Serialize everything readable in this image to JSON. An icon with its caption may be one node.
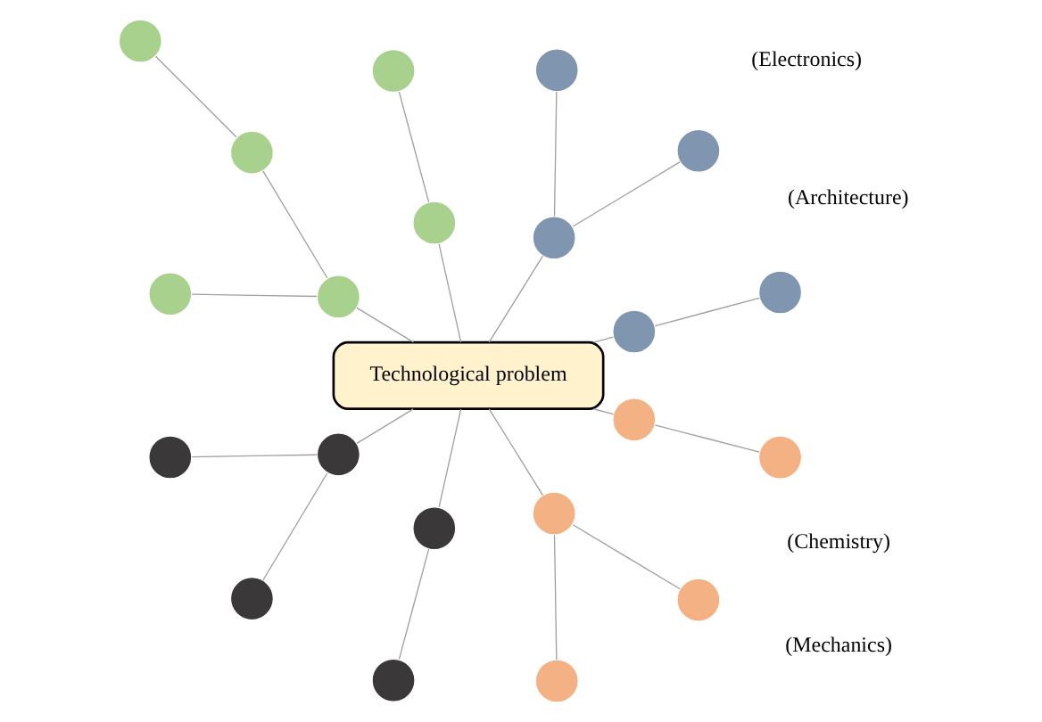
{
  "diagram": {
    "nodes": [
      {
        "text": [
          "Technological problem"
        ]
      },
      {
        "text": [],
        "shape": "circle"
      },
      {
        "text": [],
        "shape": "circle"
      },
      {
        "text": [],
        "shape": "circle"
      },
      {
        "text": [],
        "shape": "circle"
      },
      {
        "text": [],
        "shape": "circle"
      },
      {
        "text": [],
        "shape": "circle"
      },
      {
        "text": [],
        "shape": "circle"
      },
      {
        "text": [],
        "shape": "circle"
      },
      {
        "text": [],
        "shape": "circle"
      },
      {
        "text": [],
        "shape": "circle"
      },
      {
        "text": [],
        "shape": "circle"
      },
      {
        "text": [],
        "shape": "circle"
      },
      {
        "text": [],
        "shape": "circle"
      },
      {
        "text": [],
        "shape": "circle"
      },
      {
        "text": [],
        "shape": "circle"
      },
      {
        "text": [],
        "shape": "circle"
      },
      {
        "text": [],
        "shape": "circle"
      },
      {
        "text": [],
        "shape": "circle"
      },
      {
        "text": [],
        "shape": "circle"
      },
      {
        "text": [],
        "shape": "circle"
      },
      {
        "text": [],
        "shape": "circle"
      }
    ],
    "edges": [
      {
        "from": 0,
        "to": 5,
        "arrow": "none"
      },
      {
        "from": 5,
        "to": 4,
        "arrow": "none"
      },
      {
        "from": 5,
        "to": 2,
        "arrow": "none"
      },
      {
        "from": 0,
        "to": 3,
        "arrow": "none"
      },
      {
        "from": 3,
        "to": 1,
        "arrow": "none"
      },
      {
        "from": 0,
        "to": 9,
        "arrow": "none"
      },
      {
        "from": 9,
        "to": 6,
        "arrow": "none"
      },
      {
        "from": 0,
        "to": 10,
        "arrow": "none"
      },
      {
        "from": 10,
        "to": 8,
        "arrow": "none"
      },
      {
        "from": 8,
        "to": 7,
        "arrow": "none"
      },
      {
        "from": 10,
        "to": 11,
        "arrow": "none"
      },
      {
        "from": 0,
        "to": 13,
        "arrow": "none"
      },
      {
        "from": 13,
        "to": 12,
        "arrow": "none"
      },
      {
        "from": 13,
        "to": 15,
        "arrow": "none"
      },
      {
        "from": 0,
        "to": 14,
        "arrow": "none"
      },
      {
        "from": 14,
        "to": 16,
        "arrow": "none"
      },
      {
        "from": 0,
        "to": 17,
        "arrow": "none"
      },
      {
        "from": 17,
        "to": 18,
        "arrow": "none"
      },
      {
        "from": 17,
        "to": 20,
        "arrow": "none"
      },
      {
        "from": 0,
        "to": 19,
        "arrow": "none"
      },
      {
        "from": 19,
        "to": 21,
        "arrow": "none"
      }
    ],
    "labels": [
      "(Electronics)",
      "(Mechanics)",
      "(Chemistry)",
      "(Architecture)"
    ]
  }
}
